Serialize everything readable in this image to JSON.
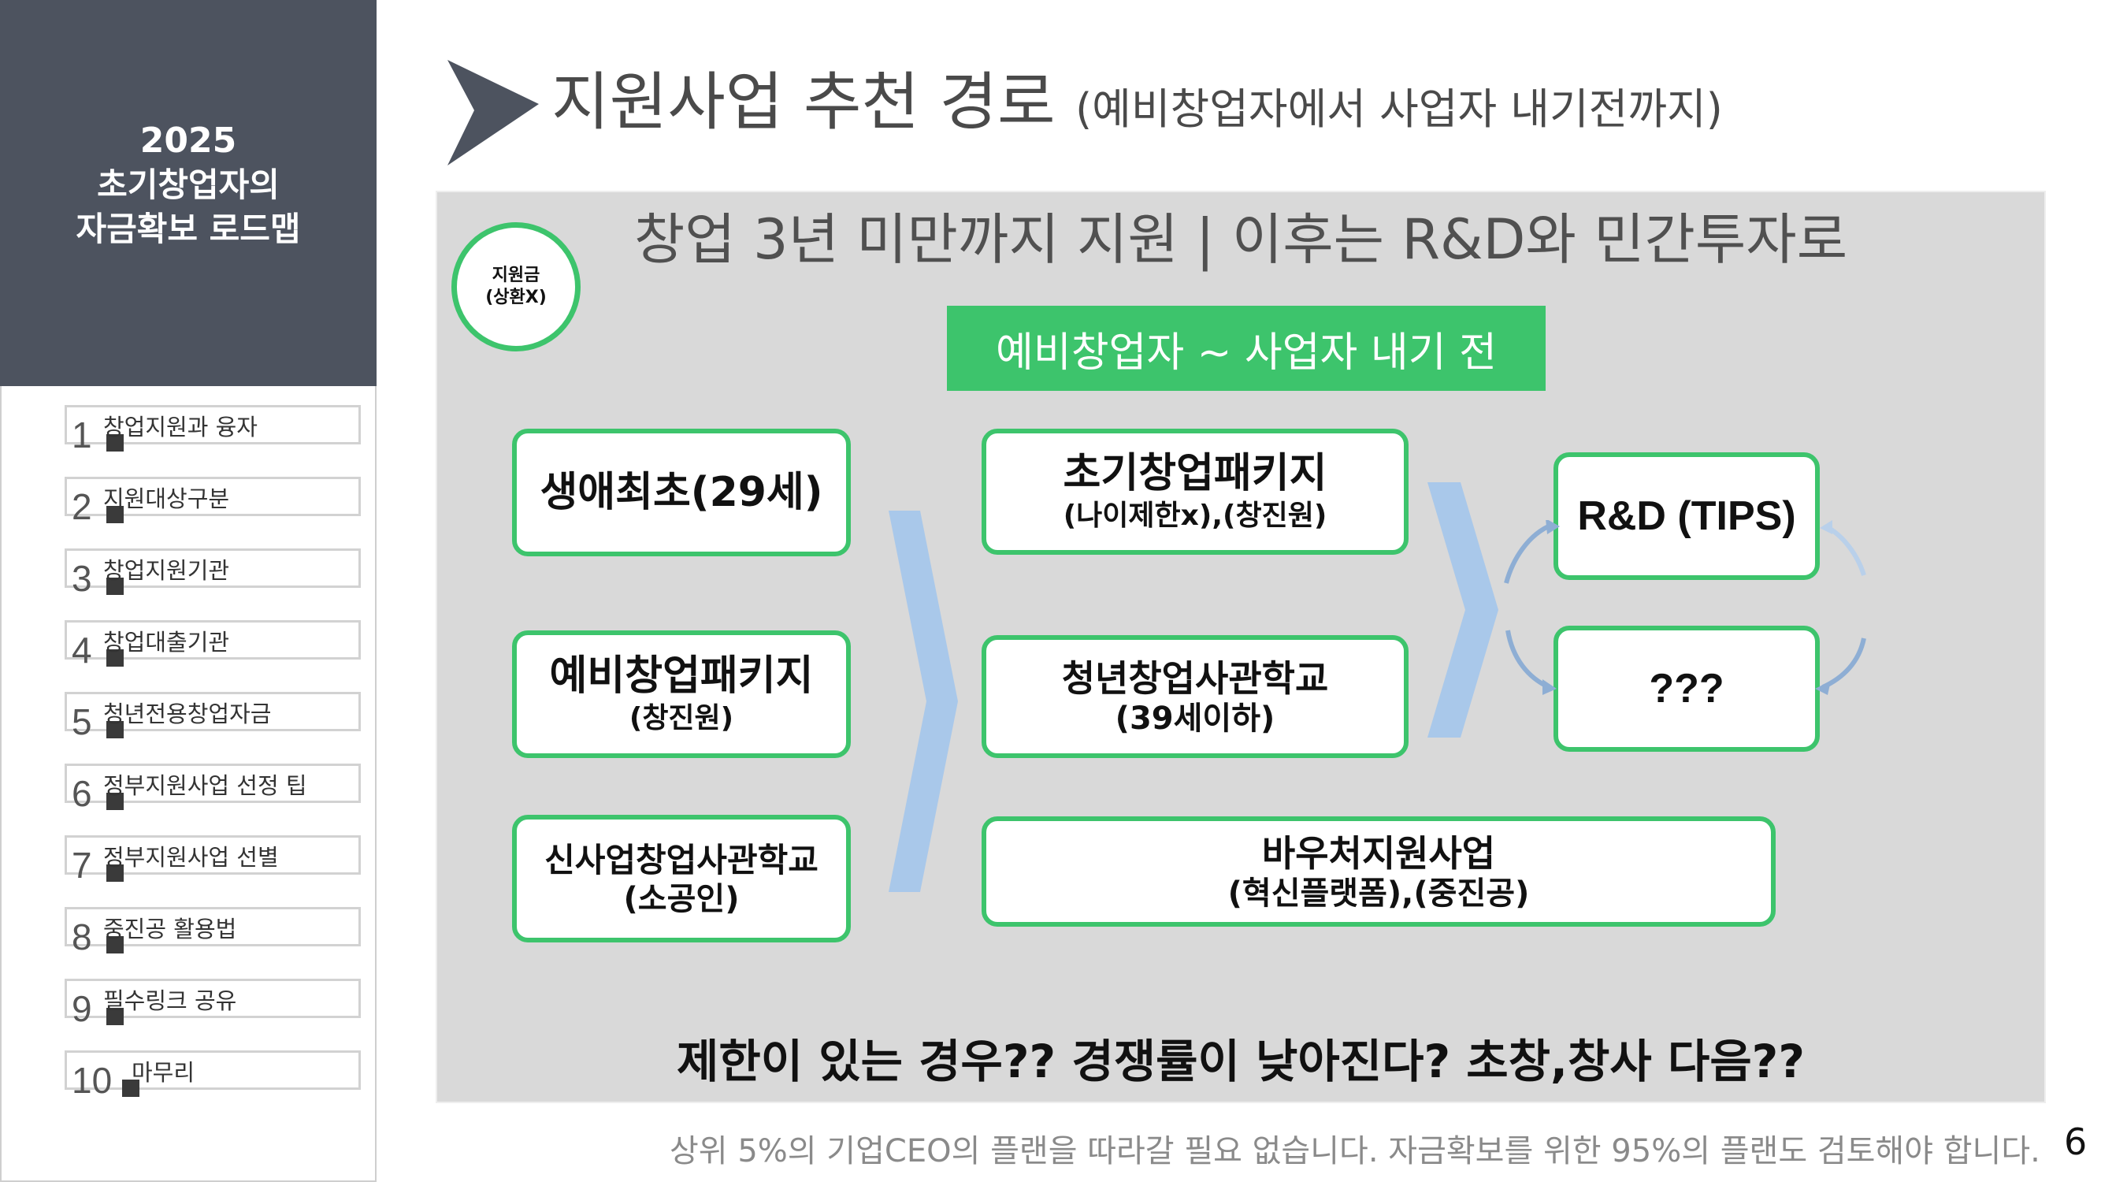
{
  "sidebar": {
    "header_year": "2025",
    "header_line2": "초기창업자의",
    "header_line3": "자금확보 로드맵",
    "items": [
      {
        "num": "1",
        "label": "창업지원과 융자"
      },
      {
        "num": "2",
        "label": "지원대상구분"
      },
      {
        "num": "3",
        "label": "창업지원기관"
      },
      {
        "num": "4",
        "label": "창업대출기관"
      },
      {
        "num": "5",
        "label": "청년전용창업자금"
      },
      {
        "num": "6",
        "label": "정부지원사업 선정 팁"
      },
      {
        "num": "7",
        "label": "정부지원사업 선별"
      },
      {
        "num": "8",
        "label": "중진공 활용법"
      },
      {
        "num": "9",
        "label": "필수링크 공유"
      },
      {
        "num": "10",
        "label": "마무리"
      }
    ]
  },
  "title": {
    "main": "지원사업 추천 경로",
    "sub": "(예비창업자에서 사업자 내기전까지)"
  },
  "panel": {
    "heading": "창업 3년 미만까지 지원 | 이후는 R&D와 민간투자로",
    "grant_badge_line1": "지원금",
    "grant_badge_line2": "(상환X)",
    "stage_banner": "예비창업자 ~ 사업자 내기 전",
    "left_cards": [
      {
        "title": "생애최초(29세)",
        "sub": ""
      },
      {
        "title": "예비창업패키지",
        "sub": "(창진원)"
      },
      {
        "title": "신사업창업사관학교",
        "sub": "(소공인)"
      }
    ],
    "middle_cards": [
      {
        "title": "초기창업패키지",
        "sub": "(나이제한x),(창진원)"
      },
      {
        "title": "청년창업사관학교",
        "sub": "(39세이하)"
      }
    ],
    "voucher_card": {
      "title": "바우처지원사업",
      "sub": "(혁신플랫폼),(중진공)"
    },
    "right_cards": [
      {
        "title": "R&D (TIPS)"
      },
      {
        "title": "???"
      }
    ],
    "question": "제한이 있는 경우?? 경쟁률이 낮아진다? 초창,창사 다음??"
  },
  "footer": {
    "note": "상위 5%의 기업CEO의 플랜을 따라갈 필요 없습니다. 자금확보를 위한 95%의 플랜도 검토해야 합니다.",
    "page_number": "6"
  },
  "colors": {
    "sidebar_header_bg": "#4d535f",
    "accent_green": "#3dc46c",
    "panel_bg": "#d9d9d9",
    "chevron_blue": "#a9c8ea"
  },
  "icons": [
    "title-chevron-icon",
    "flow-chevron-icon",
    "cycle-arrow-icon"
  ]
}
